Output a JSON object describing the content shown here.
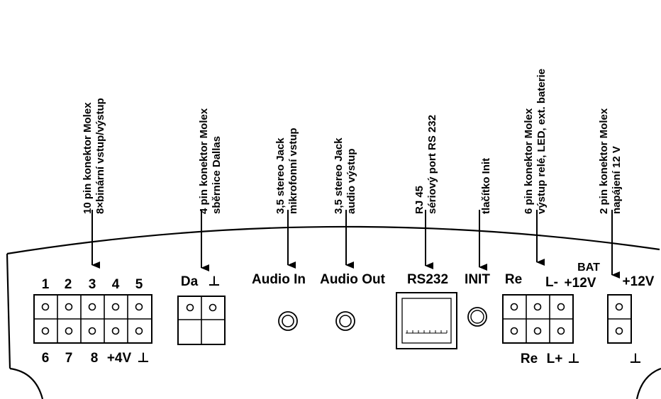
{
  "annotations": [
    {
      "line1": "10 pin konektor Molex",
      "line2": "8×binární vstup/výstup"
    },
    {
      "line1": "4 pin konektor Molex",
      "line2": "sběrnice Dallas"
    },
    {
      "line1": "3,5 stereo Jack",
      "line2": "mikrofonní vstup"
    },
    {
      "line1": "3,5 stereo Jack",
      "line2": "audio výstup"
    },
    {
      "line1": "RJ 45",
      "line2": "sériový port RS 232"
    },
    {
      "line1": "tlačítko Init",
      "line2": ""
    },
    {
      "line1": "6 pin konektor Molex",
      "line2": "výstup relé, LED, ext. baterie"
    },
    {
      "line1": "2 pin konektor Molex",
      "line2": "napájení 12 V"
    }
  ],
  "panel": {
    "molex10": {
      "top_pins": [
        "1",
        "2",
        "3",
        "4",
        "5"
      ],
      "bottom_pins": [
        "6",
        "7",
        "8",
        "+4V",
        "⊥"
      ]
    },
    "dallas": {
      "top_pins": [
        "Da",
        "⊥"
      ]
    },
    "audio_in": "Audio In",
    "audio_out": "Audio Out",
    "rs232": "RS232",
    "init": "INIT",
    "molex6": {
      "top_labels": [
        "Re",
        "L-"
      ],
      "bat_label": "BAT",
      "bat_value": "+12V",
      "bottom_labels": [
        "Re",
        "L+",
        "⊥"
      ]
    },
    "power": {
      "top": "+12V",
      "bottom": "⊥"
    }
  }
}
